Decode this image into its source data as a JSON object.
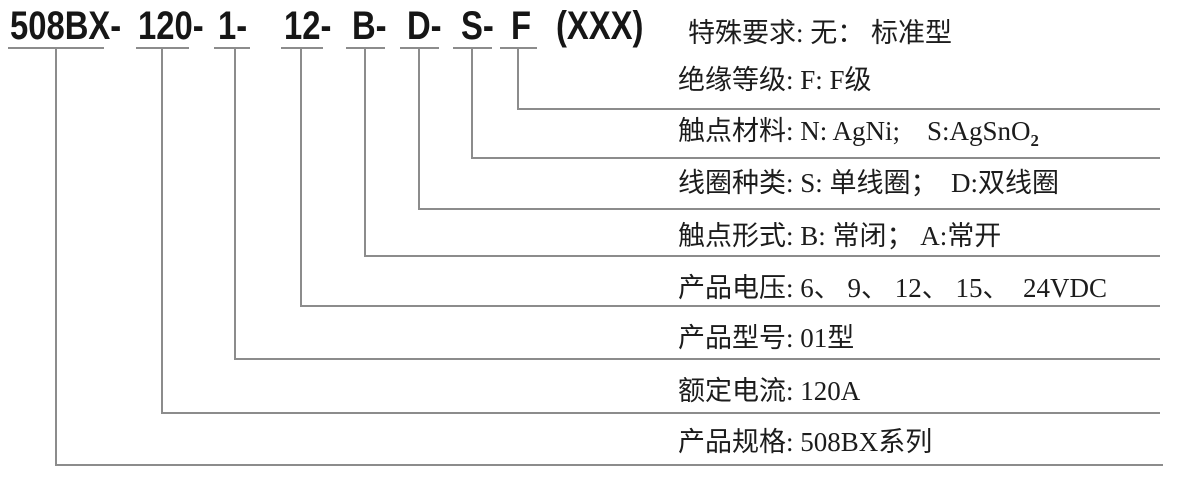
{
  "model_code": {
    "segments": [
      "508BX-",
      "120-",
      "1-",
      "12-",
      "B-",
      "D-",
      "S-",
      "F",
      "(XXX)"
    ]
  },
  "legend": {
    "rows": [
      {
        "text": "特殊要求: 无： 标准型"
      },
      {
        "text": "绝缘等级: F: F级"
      },
      {
        "text": "触点材料: N: AgNi;    S:AgSnO",
        "subscript": "2"
      },
      {
        "text": "线圈种类: S: 单线圈；  D:双线圈"
      },
      {
        "text": "触点形式: B: 常闭； A:常开"
      },
      {
        "text": "产品电压: 6、 9、 12、 15、  24VDC"
      },
      {
        "text": "产品型号: 01型"
      },
      {
        "text": "额定电流: 120A"
      },
      {
        "text": "产品规格: 508BX系列"
      }
    ]
  },
  "colors": {
    "text": "#1c1c1c",
    "connector_line": "#8c8c8c",
    "background": "#ffffff"
  }
}
